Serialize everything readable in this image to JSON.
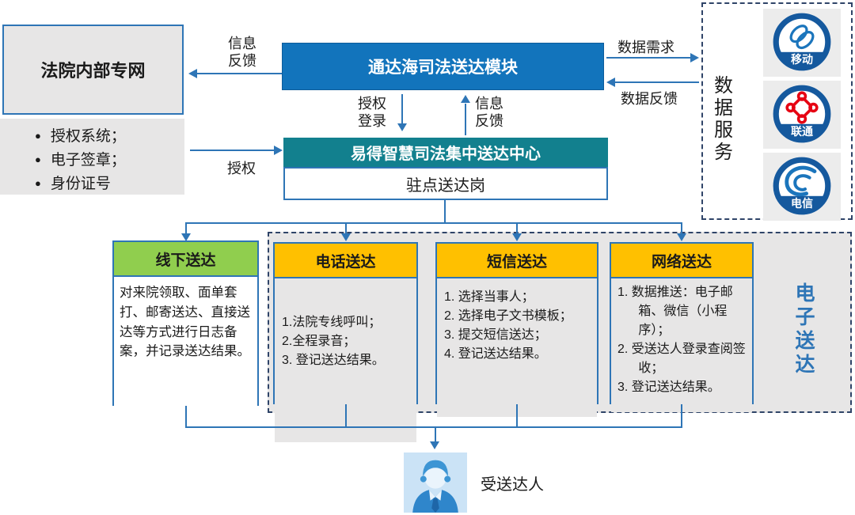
{
  "left_panel": {
    "title": "法院内部专网",
    "bullets": [
      "授权系统；",
      "电子签章；",
      "身份证号"
    ]
  },
  "top_module": {
    "label": "通达海司法送达模块"
  },
  "center_hub": {
    "label": "易得智慧司法集中送达中心",
    "station": "驻点送达岗"
  },
  "data_services": {
    "title": "数据服务",
    "providers": [
      "移动",
      "联通",
      "电信"
    ]
  },
  "edge_labels": {
    "info_feedback_left": "信息反馈",
    "authorize": "授权",
    "auth_login": "授权登录",
    "info_feedback_up": "信息反馈",
    "data_request": "数据需求",
    "data_feedback": "数据反馈"
  },
  "delivery_channels": [
    {
      "title": "线下送达",
      "body": "对来院领取、面单套打、邮寄送达、直接送达等方式进行日志备案，并记录送达结果。"
    },
    {
      "title": "电话送达",
      "items": [
        "1.法院专线呼叫；",
        "2.全程录音；",
        "3. 登记送达结果。"
      ]
    },
    {
      "title": "短信送达",
      "items": [
        "1. 选择当事人；",
        "2. 选择电子文书模板；",
        "3. 提交短信送达；",
        "4. 登记送达结果。"
      ]
    },
    {
      "title": "网络送达",
      "items": [
        "1. 数据推送：电子邮箱、微信（小程序）；",
        "2. 受送达人登录查阅签收；",
        "3. 登记送达结果。"
      ]
    }
  ],
  "electronic_delivery": {
    "label": "电子送达"
  },
  "recipient": {
    "label": "受送达人"
  },
  "colors": {
    "accent_blue": "#2E75B6",
    "module_blue": "#1274BC",
    "hub_teal": "#12808E",
    "offline_green": "#90CE4E",
    "channel_yellow": "#FFC000",
    "panel_gray": "#E7E6E6",
    "dashed_navy": "#2F4468",
    "logo_ring_blue": "#15599E",
    "unicom_red": "#E60012"
  }
}
